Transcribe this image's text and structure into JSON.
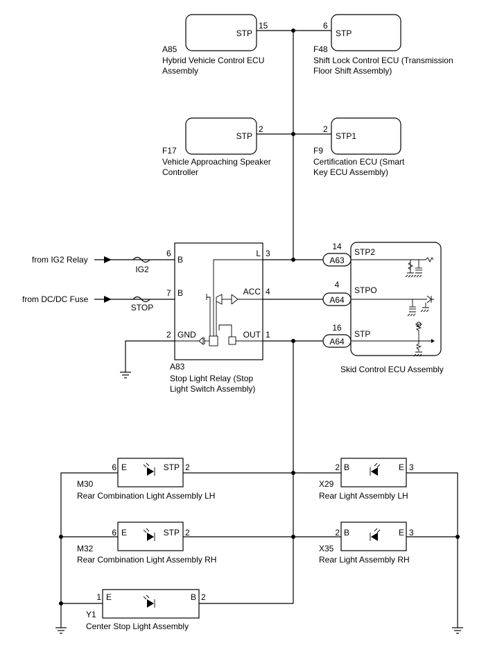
{
  "components": {
    "a85": {
      "connector": "A85",
      "name_line1": "Hybrid Vehicle Control ECU",
      "name_line2": "Assembly",
      "pin_label": "STP",
      "pin_no": "15"
    },
    "f48": {
      "connector": "F48",
      "name_line1": "Shift Lock Control ECU (Transmission",
      "name_line2": "Floor Shift Assembly)",
      "pin_label": "STP",
      "pin_no": "6"
    },
    "f17": {
      "connector": "F17",
      "name_line1": "Vehicle Approaching Speaker",
      "name_line2": "Controller",
      "pin_label": "STP",
      "pin_no": "2"
    },
    "f9": {
      "connector": "F9",
      "name_line1": "Certification ECU (Smart",
      "name_line2": "Key ECU Assembly)",
      "pin_label": "STP1",
      "pin_no": "2"
    },
    "a83": {
      "connector": "A83",
      "name_line1": "Stop Light Relay (Stop",
      "name_line2": "Light Switch Assembly)",
      "pins": [
        {
          "no": "6",
          "label": "B"
        },
        {
          "no": "7",
          "label": "B"
        },
        {
          "no": "2",
          "label": "GND"
        },
        {
          "no": "3",
          "label": "L"
        },
        {
          "no": "4",
          "label": "ACC"
        },
        {
          "no": "1",
          "label": "OUT"
        }
      ]
    },
    "skid": {
      "name": "Skid Control ECU Assembly",
      "pins": [
        {
          "no": "14",
          "label": "STP2",
          "conn": "A63"
        },
        {
          "no": "4",
          "label": "STPO",
          "conn": "A64"
        },
        {
          "no": "16",
          "label": "STP",
          "conn": "A64"
        }
      ]
    },
    "m30": {
      "connector": "M30",
      "name": "Rear Combination Light Assembly LH",
      "left_pin": "6",
      "left_label": "E",
      "right_label": "STP",
      "right_pin": "2"
    },
    "m32": {
      "connector": "M32",
      "name": "Rear Combination Light Assembly RH",
      "left_pin": "6",
      "left_label": "E",
      "right_label": "STP",
      "right_pin": "2"
    },
    "x29": {
      "connector": "X29",
      "name": "Rear Light Assembly LH",
      "left_pin": "2",
      "left_label": "B",
      "right_label": "E",
      "right_pin": "3"
    },
    "x35": {
      "connector": "X35",
      "name": "Rear Light Assembly RH",
      "left_pin": "2",
      "left_label": "B",
      "right_label": "E",
      "right_pin": "3"
    },
    "y1": {
      "connector": "Y1",
      "name": "Center Stop Light Assembly",
      "left_pin": "1",
      "left_label": "E",
      "right_label": "B",
      "right_pin": "2"
    }
  },
  "sources": {
    "ig2_relay": "from IG2 Relay",
    "dcdc_fuse": "from DC/DC Fuse",
    "fuse_ig2": "IG2",
    "fuse_stop": "STOP"
  }
}
